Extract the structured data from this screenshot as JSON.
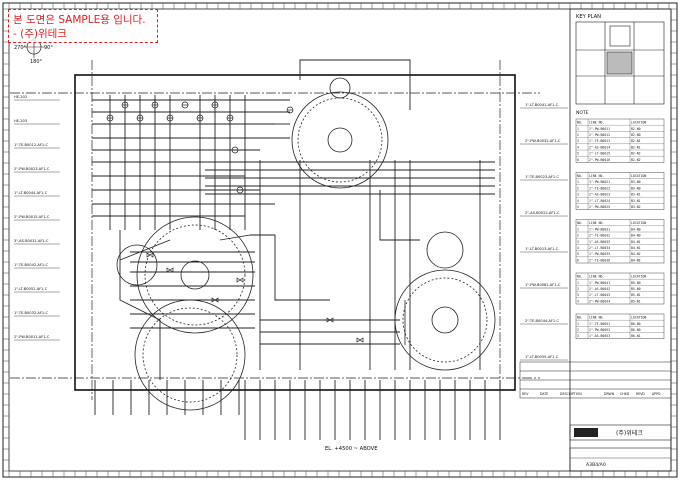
{
  "watermark": {
    "line1": "본 도면은 SAMPLE용 입니다.",
    "line2": "- (주)위테크"
  },
  "orientation": {
    "deg_270": "270°",
    "deg_90": "90°",
    "deg_180": "180°"
  },
  "keyplan_title": "KEY PLAN",
  "notes_title": "NOTE",
  "elevation_label": "EL. +4500 ~ ABOVE",
  "left_labels": [
    "HE-202",
    "HE-203",
    "1\"-TE-B0012-AF1-C",
    "2\"-PW-B0023-AF1-C",
    "1\"-LT-B0044-AF1-C",
    "2\"-PW-B0015-AF1-C",
    "3\"-AS-B0031-AF1-C",
    "1\"-TE-B0042-AF1-C",
    "1\"-LT-B0052-AF1-C",
    "1\"-TE-B0032-AF1-C",
    "2\"-PW-B0011-AF1-C"
  ],
  "right_labels": [
    "1\"-LT-B0041-AF1-C",
    "2\"-PW-B0032-AF1-C",
    "1\"-TE-B0023-AF1-C",
    "2\"-AS-B0022-AF1-C",
    "1\"-LT-B0013-AF1-C",
    "1\"-PW-B0061-AF1-C",
    "2\"-TE-B0044-AF1-C",
    "1\"-LT-B0055-AF1-C"
  ],
  "tables": [
    {
      "header": [
        "NO.",
        "LINE NO.",
        "LOCATION"
      ],
      "rows": [
        [
          "1",
          "1\"-PW-B0011",
          "B2-N0"
        ],
        [
          "2",
          "2\"-PW-B0012",
          "B2-N0"
        ],
        [
          "3",
          "1\"-TE-B0013",
          "B2-N1"
        ],
        [
          "4",
          "2\"-AS-B0014",
          "B2-N1"
        ],
        [
          "5",
          "1\"-LT-B0015",
          "B2-N2"
        ],
        [
          "6",
          "2\"-PW-B0016",
          "B2-N2"
        ]
      ]
    },
    {
      "header": [
        "NO.",
        "LINE NO.",
        "LOCATION"
      ],
      "rows": [
        [
          "1",
          "1\"-PW-B0021",
          "B3-N0"
        ],
        [
          "2",
          "1\"-TE-B0022",
          "B3-N0"
        ],
        [
          "3",
          "2\"-AS-B0023",
          "B3-N1"
        ],
        [
          "4",
          "1\"-LT-B0024",
          "B3-N1"
        ],
        [
          "5",
          "2\"-PW-B0025",
          "B3-N2"
        ]
      ]
    },
    {
      "header": [
        "NO.",
        "LINE NO.",
        "LOCATION"
      ],
      "rows": [
        [
          "1",
          "1\"-PW-B0031",
          "B4-N0"
        ],
        [
          "2",
          "2\"-TE-B0032",
          "B4-N0"
        ],
        [
          "3",
          "1\"-AS-B0033",
          "B4-N1"
        ],
        [
          "4",
          "2\"-LT-B0034",
          "B4-N1"
        ],
        [
          "5",
          "1\"-PW-B0035",
          "B4-N2"
        ],
        [
          "6",
          "2\"-TE-B0036",
          "B4-N2"
        ]
      ]
    },
    {
      "header": [
        "NO.",
        "LINE NO.",
        "LOCATION"
      ],
      "rows": [
        [
          "1",
          "1\"-PW-B0041",
          "B5-N0"
        ],
        [
          "2",
          "2\"-AS-B0042",
          "B5-N0"
        ],
        [
          "3",
          "1\"-LT-B0043",
          "B5-N1"
        ],
        [
          "4",
          "2\"-PW-B0044",
          "B5-N1"
        ]
      ]
    },
    {
      "header": [
        "NO.",
        "LINE NO.",
        "LOCATION"
      ],
      "rows": [
        [
          "1",
          "1\"-TE-B0051",
          "B6-N0"
        ],
        [
          "2",
          "2\"-PW-B0052",
          "B6-N0"
        ],
        [
          "3",
          "1\"-AS-B0053",
          "B6-N1"
        ]
      ]
    }
  ],
  "revision_header": [
    "REV",
    "DATE",
    "DESCRIPTION",
    "DRWN",
    "CHKD",
    "REVD",
    "APPD"
  ],
  "company": "(주)위테크",
  "bottom_code": "A3B4/A0"
}
